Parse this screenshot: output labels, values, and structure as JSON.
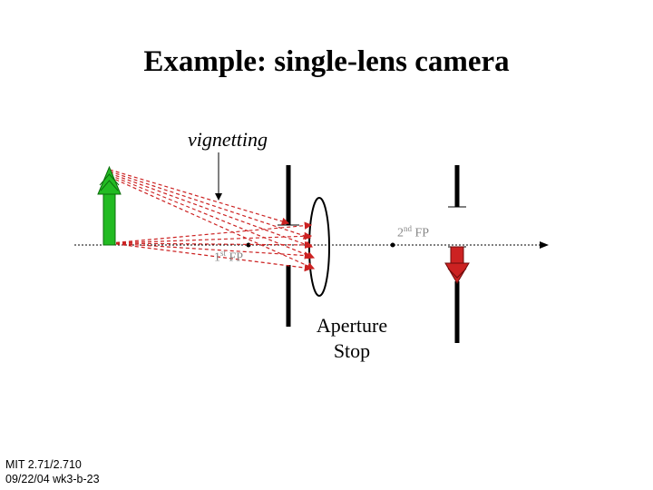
{
  "slide": {
    "title": "Example: single-lens camera",
    "footer": {
      "line1": "MIT 2.71/2.710",
      "line2": "09/22/04 wk3-b-23"
    }
  },
  "diagram": {
    "callout": "vignetting",
    "aperture_label": {
      "line1": "Aperture",
      "line2": "Stop"
    },
    "focal_points": [
      {
        "num": "1",
        "sup": "st",
        "suffix": " FP"
      },
      {
        "num": "2",
        "sup": "nd",
        "suffix": " FP"
      }
    ],
    "colors": {
      "object": "#22bb22",
      "image": "#cc2222",
      "rays": "#cc2222",
      "lens": "#000000",
      "axis": "#000000"
    }
  }
}
